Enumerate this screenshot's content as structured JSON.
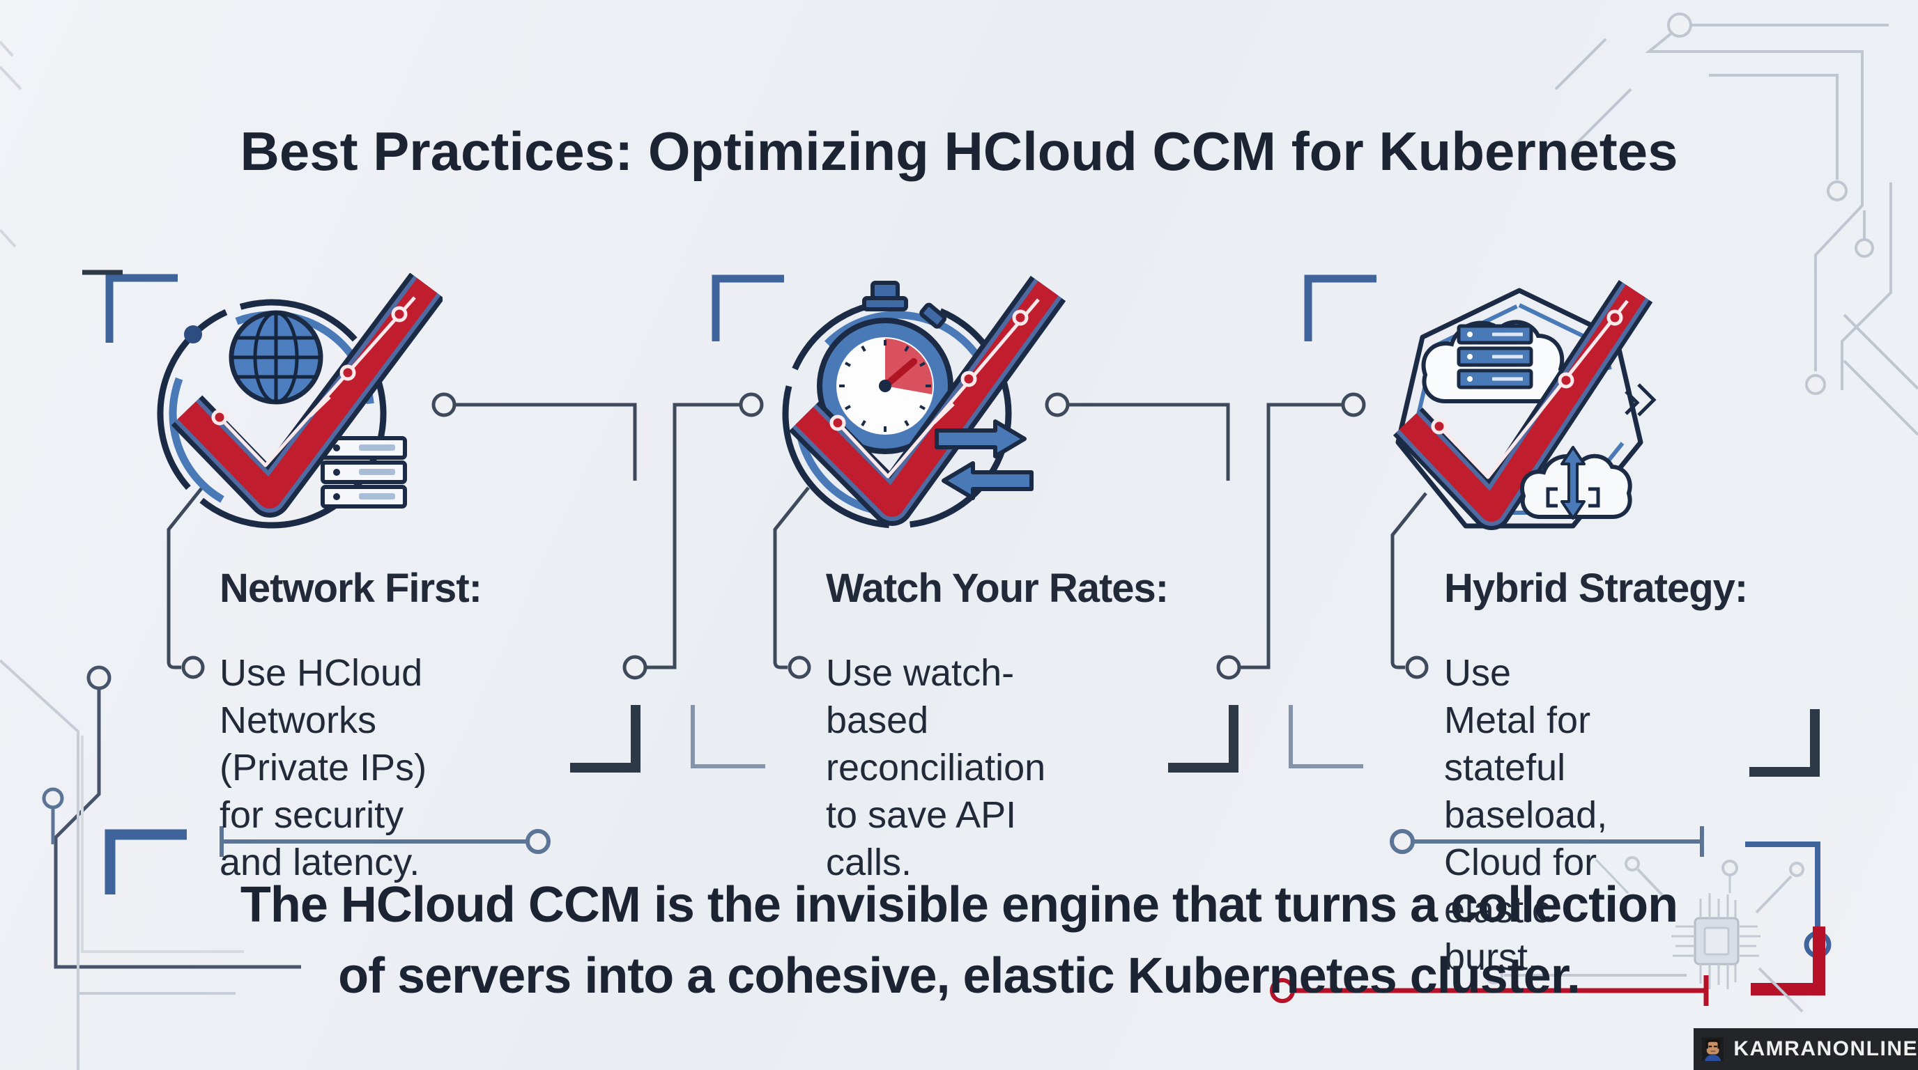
{
  "title": "Best Practices: Optimizing HCloud CCM for Kubernetes",
  "columns": [
    {
      "icon": "globe-network-servers-check-icon",
      "heading": "Network First:",
      "body": "Use HCloud Networks (Private IPs) for security and latency."
    },
    {
      "icon": "stopwatch-sync-check-icon",
      "heading": "Watch Your Rates:",
      "body": "Use watch-based reconciliation to save API calls."
    },
    {
      "icon": "hybrid-cloud-servers-check-icon",
      "heading": "Hybrid Strategy:",
      "body": "Use Metal for stateful baseload, Cloud for elastic burst."
    }
  ],
  "quote": {
    "line1": "The HCloud CCM is the invisible engine that turns a collection",
    "line2": "of servers into a cohesive, elastic Kubernetes cluster."
  },
  "watermark": {
    "text": "KAMRANONLINE"
  },
  "colors": {
    "background": "#edf0f4",
    "ink": "#1c2433",
    "navy_outline": "#1b2a45",
    "accent_blue": "#4a79b8",
    "steel_blue": "#3f639b",
    "check_red": "#c01d2e",
    "deep_red": "#b5122a",
    "slate_line": "#3e4a5c",
    "light_trace": "#c7cdd7",
    "watermark_bar": "#232528"
  }
}
